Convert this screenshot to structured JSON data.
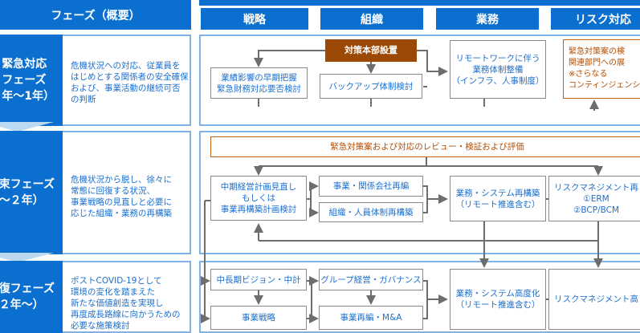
{
  "header": {
    "phase_title": "フェーズ（概要）",
    "columns": [
      "戦略",
      "組織",
      "業務",
      "リスク対応"
    ]
  },
  "phases": [
    {
      "name": "緊急対応\nフェーズ\n年～1年）",
      "desc": "危機状況への対応、従業員を\nはじめとする関係者の安全確保\nおよび、事業活動の継続可否\nの判断"
    },
    {
      "name": "束フェーズ\n～２年）",
      "desc": "危機状況から脱し、徐々に\n常態に回復する状況、\n事業戦略の見直しと必要に\n応じた組織・業務の再構築"
    },
    {
      "name": "復フェーズ\n２年～）",
      "desc": "ポストCOVID-19として\n環境の変化を踏まえた\n新たな価値創造を実現し\n再度成長路線に向かうための\n必要な施策検討"
    }
  ],
  "row1": {
    "hq": "対策本部設置",
    "strategy": "業績影響の早期把握\n緊急財務対応要否検討",
    "backup": "バックアップ体制検討",
    "remote": "リモートワークに伴う\n業務体制整備\n（インフラ、人事制度）",
    "risk": "緊急対策案の検\n関連部門への展\n※さらなる\nコンティンジェンシーの検"
  },
  "row2": {
    "review": "緊急対策案および対応のレビュー・検証および評価",
    "midplan": "中期経営計画見直し\nもしくは\n事業再構築計画検討",
    "reorg": "事業・関係会社再編",
    "org": "組織・人員体制再構築",
    "ops": "業務・システム再構築\n（リモート推進含む）",
    "risk": "リスクマネジメント再\n①ERM\n②BCP/BCM"
  },
  "row3": {
    "vision": "中長期ビジョン・中計",
    "bizstrat": "事業戦略",
    "group": "グループ経営・ガバナンス",
    "ma": "事業再編・M&A",
    "ops": "業務・システム高度化\n（リモート推進含む）",
    "risk": "リスクマネジメント高"
  }
}
